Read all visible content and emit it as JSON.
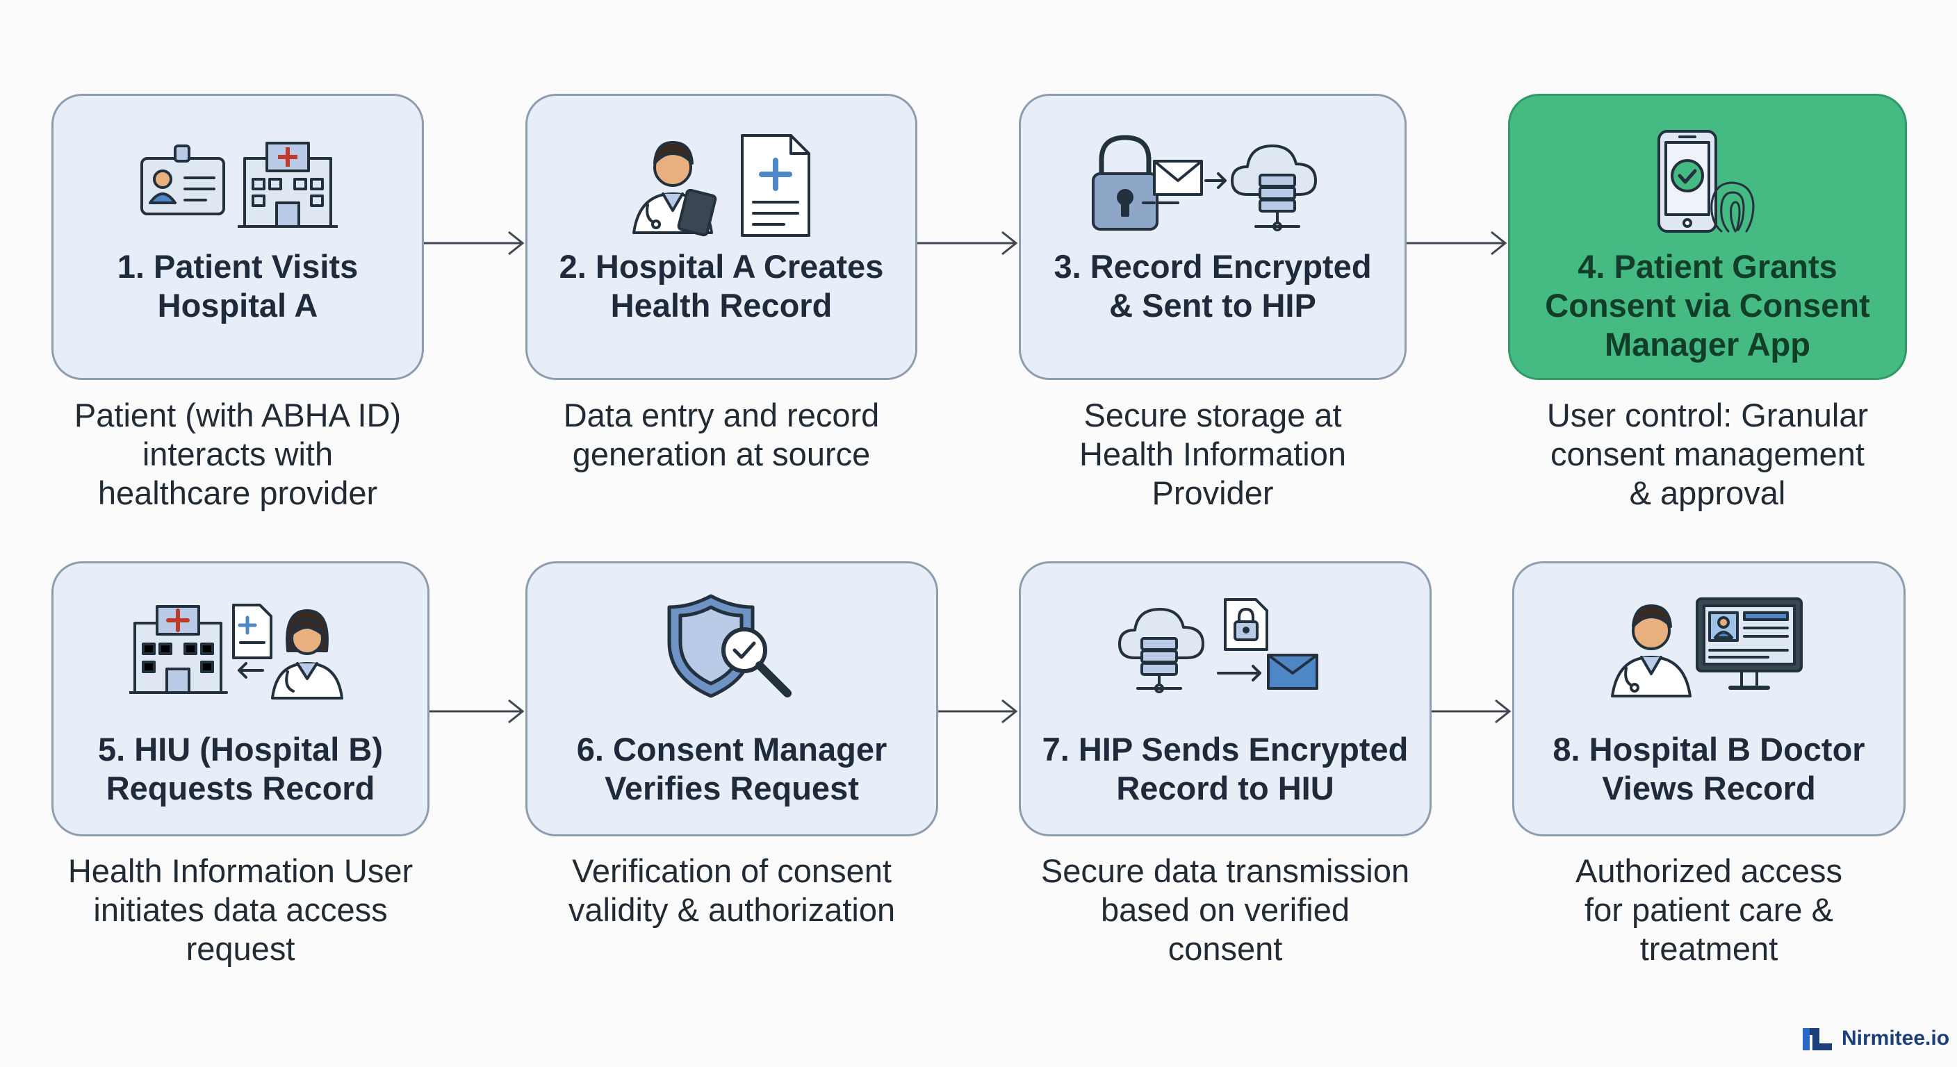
{
  "steps": [
    {
      "title": "1. Patient Visits\nHospital A",
      "desc": "Patient (with ABHA ID)\ninteracts with\nhealthcare provider"
    },
    {
      "title": "2. Hospital A Creates\nHealth Record",
      "desc": "Data entry and record\ngeneration at source"
    },
    {
      "title": "3. Record Encrypted\n& Sent to HIP",
      "desc": "Secure storage at\nHealth Information\nProvider"
    },
    {
      "title": "4. Patient Grants\nConsent via Consent\nManager App",
      "desc": "User control: Granular\nconsent management\n& approval"
    },
    {
      "title": "5. HIU (Hospital B)\nRequests Record",
      "desc": "Health Information User\ninitiates data access\nrequest"
    },
    {
      "title": "6. Consent Manager\nVerifies Request",
      "desc": "Verification of consent\nvalidity & authorization"
    },
    {
      "title": "7. HIP Sends Encrypted\nRecord to HIU",
      "desc": "Secure data transmission\nbased on verified\nconsent"
    },
    {
      "title": "8. Hospital B Doctor\nViews Record",
      "desc": "Authorized access\nfor patient care &\ntreatment"
    }
  ],
  "brand": {
    "name": "Nirmitee.io"
  },
  "colors": {
    "card": "#e8eef8",
    "border": "#8e9cb0",
    "highlight": "#45ba83",
    "icon_stroke": "#23313f",
    "icon_fill": "#b9cbe6"
  }
}
